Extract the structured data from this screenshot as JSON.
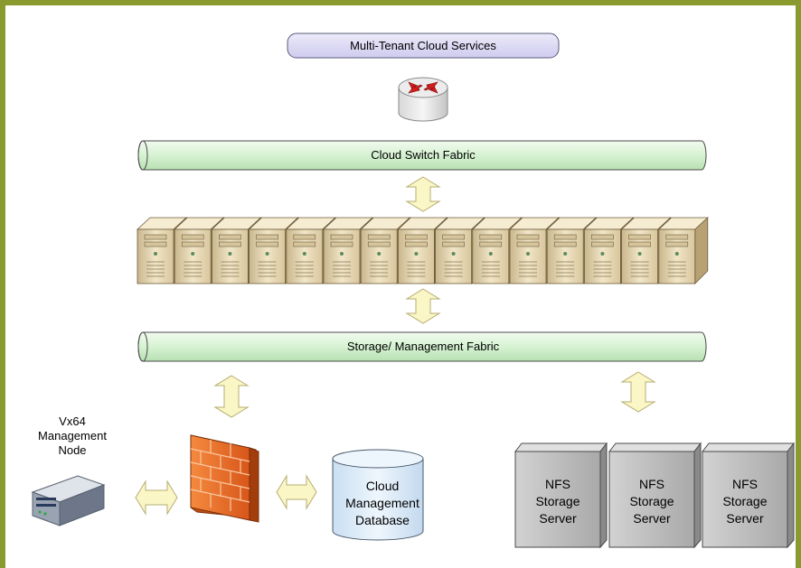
{
  "diagram": {
    "top_label": "Multi-Tenant Cloud Services",
    "cloud_switch_fabric": "Cloud Switch Fabric",
    "storage_fabric": "Storage/ Management Fabric",
    "management_node": {
      "line1": "Vx64",
      "line2": "Management",
      "line3": "Node"
    },
    "database": {
      "line1": "Cloud",
      "line2": "Management",
      "line3": "Database"
    },
    "nfs_servers": [
      {
        "line1": "NFS",
        "line2": "Storage",
        "line3": "Server"
      },
      {
        "line1": "NFS",
        "line2": "Storage",
        "line3": "Server"
      },
      {
        "line1": "NFS",
        "line2": "Storage",
        "line3": "Server"
      }
    ],
    "server_count": 15
  },
  "colors": {
    "border": "#8b9a2e",
    "background": "#ffffff",
    "pill_fill": "#dcd9f4",
    "fabric_fill": "#d6f2d2",
    "arrow_fill": "#fbf6c6",
    "arrow_stroke": "#b5ad70",
    "server_fill": "#e8d9b4",
    "firewall": "#e8712c",
    "database_fill": "#dbeaf7",
    "nfs_fill": "#bdbdbd"
  }
}
